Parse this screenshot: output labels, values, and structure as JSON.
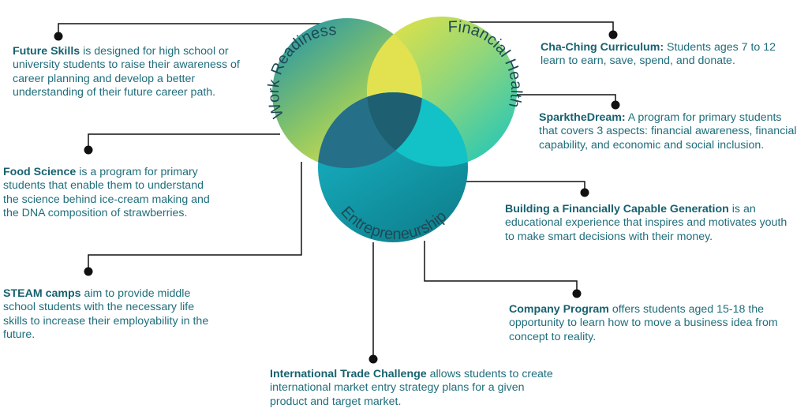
{
  "colors": {
    "teal_text": "#1f6e7c",
    "connector": "#111111",
    "work_readiness_gradient": [
      "#2e9aa0",
      "#e4e34a"
    ],
    "financial_health_gradient": [
      "#e3e245",
      "#25c7b7"
    ],
    "entrepreneurship_gradient": [
      "#17b6c8",
      "#0e7f8c"
    ]
  },
  "venn": {
    "work_readiness": "Work Readiness",
    "financial_health": "Financial Health",
    "entrepreneurship": "Entrepreneurship"
  },
  "programs": {
    "future_skills": {
      "name": "Future Skills",
      "text": " is designed for high school or university students to raise their awareness of career planning and develop a better understanding of their future career path."
    },
    "food_science": {
      "name": "Food Science",
      "text": " is a program for primary students that enable them to understand the science behind ice-cream making and the DNA composition of strawberries."
    },
    "steam_camps": {
      "name": "STEAM camps",
      "text": " aim to provide middle school students with the necessary life skills to increase their employability in the future."
    },
    "international_trade": {
      "name": "International Trade Challenge",
      "text": " allows students to create international market entry strategy plans for a given product and target market."
    },
    "cha_ching": {
      "name": "Cha-Ching Curriculum:",
      "text": " Students ages 7 to 12 learn to earn, save, spend, and donate."
    },
    "spark_the_dream": {
      "name": "SparktheDream:",
      "text": " A program for primary students that covers 3 aspects: financial awareness, financial capability, and economic and social inclusion."
    },
    "financially_capable": {
      "name": "Building a Financially Capable Generation",
      "text": " is an educational experience that inspires and motivates youth to make smart decisions with their money."
    },
    "company_program": {
      "name": "Company Program",
      "text": " offers students aged 15-18 the opportunity to learn how to move a business idea from concept to reality."
    }
  }
}
